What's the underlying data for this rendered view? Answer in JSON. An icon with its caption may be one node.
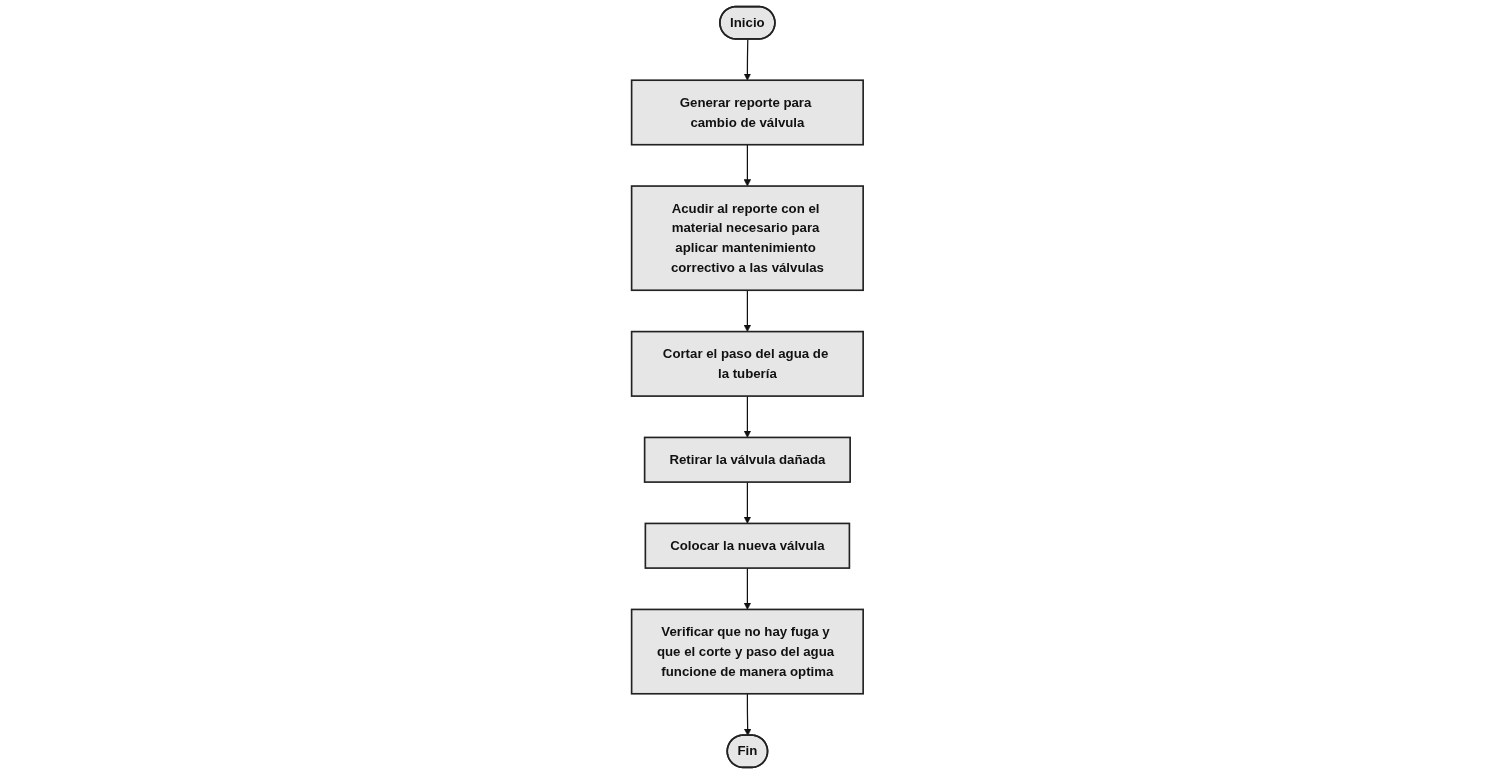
{
  "diagram": {
    "nodes": [
      {
        "text": [
          "Inicio"
        ]
      },
      {
        "text": [
          "Generar reporte para cambio de válvula"
        ]
      },
      {
        "text": [
          "Acudir al reporte con el material necesario para aplicar mantenimiento correctivo a las válvulas"
        ]
      },
      {
        "text": [
          "Cortar el paso del agua de la tubería"
        ]
      },
      {
        "text": [
          "Retirar la válvula dañada"
        ]
      },
      {
        "text": [
          "Colocar la nueva válvula"
        ]
      },
      {
        "text": [
          "Verificar que no hay fuga y que el corte y paso del agua funcione de manera optima"
        ]
      },
      {
        "text": [
          "Fin"
        ]
      }
    ],
    "edges": [
      {
        "from": 0,
        "to": 1,
        "arrow": "to"
      },
      {
        "from": 1,
        "to": 2,
        "arrow": "to"
      },
      {
        "from": 2,
        "to": 3,
        "arrow": "to"
      },
      {
        "from": 3,
        "to": 4,
        "arrow": "to"
      },
      {
        "from": 4,
        "to": 5,
        "arrow": "to"
      },
      {
        "from": 5,
        "to": 6,
        "arrow": "to"
      },
      {
        "from": 6,
        "to": 7,
        "arrow": "to"
      }
    ]
  }
}
